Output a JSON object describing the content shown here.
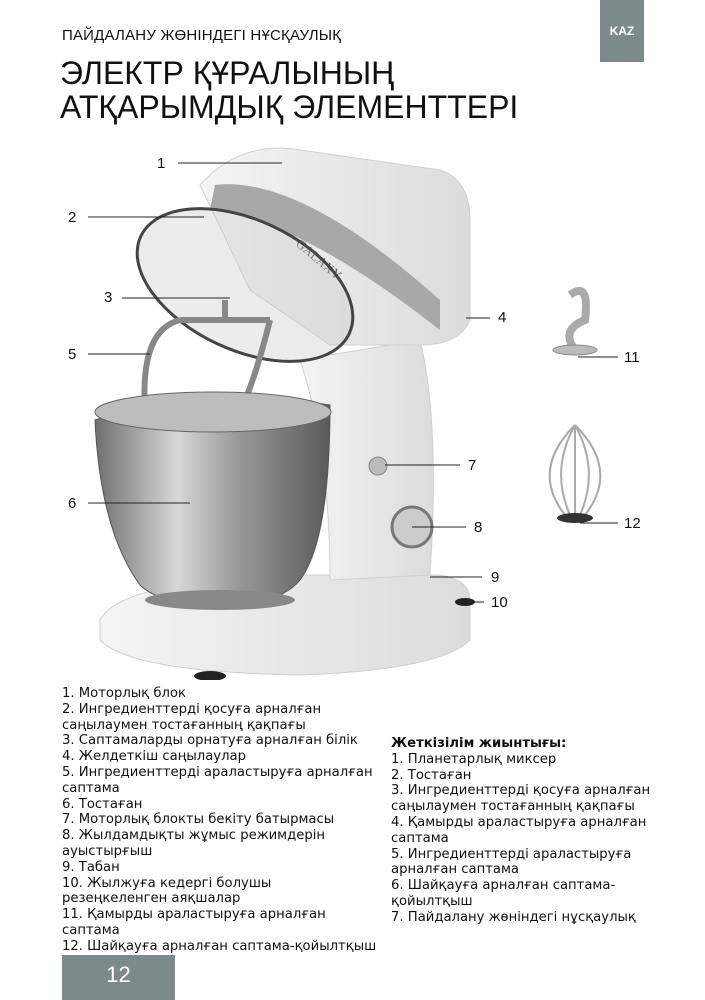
{
  "header": {
    "section": "ПАЙДАЛАНУ ЖӨНІНДЕГІ НҰСҚАУЛЫҚ",
    "lang_badge": "KAZ"
  },
  "title": "ЭЛЕКТР ҚҰРАЛЫНЫҢ АТҚАРЫМДЫҚ ЭЛЕМЕНТТЕРІ",
  "figure": {
    "brand": "GALAXY",
    "callouts": [
      "1",
      "2",
      "3",
      "4",
      "5",
      "6",
      "7",
      "8",
      "9",
      "10",
      "11",
      "12"
    ]
  },
  "parts": [
    "1. Моторлық блок",
    "2. Ингредиенттерді қосуға арналған саңылаумен тостағанның қақпағы",
    "3. Саптамаларды орнатуға арналған білік",
    "4. Желдеткіш саңылаулар",
    "5. Ингредиенттерді араластыруға арналған саптама",
    "6. Тостаған",
    "7. Моторлық блокты бекіту батырмасы",
    "8. Жылдамдықты жұмыс режимдерін ауыстырғыш",
    "9. Табан",
    "10. Жылжуға кедергі болушы резеңкеленген аяқшалар",
    "11. Қамырды араластыруға арналған саптама",
    "12. Шайқауға арналған саптама-қойылтқыш"
  ],
  "package": {
    "heading": "Жеткізілім жиынтығы:",
    "items": [
      "1. Планетарлық миксер",
      "2. Тостаған",
      "3. Ингредиенттерді қосуға арналған саңылаумен тостағанның қақпағы",
      "4. Қамырды араластыруға арналған саптама",
      "5. Ингредиенттерді араластыруға арналған саптама",
      "6. Шайқауға арналған саптама-қойылтқыш",
      "7. Пайдалану жөніндегі нұсқаулық"
    ]
  },
  "page_number": "12"
}
